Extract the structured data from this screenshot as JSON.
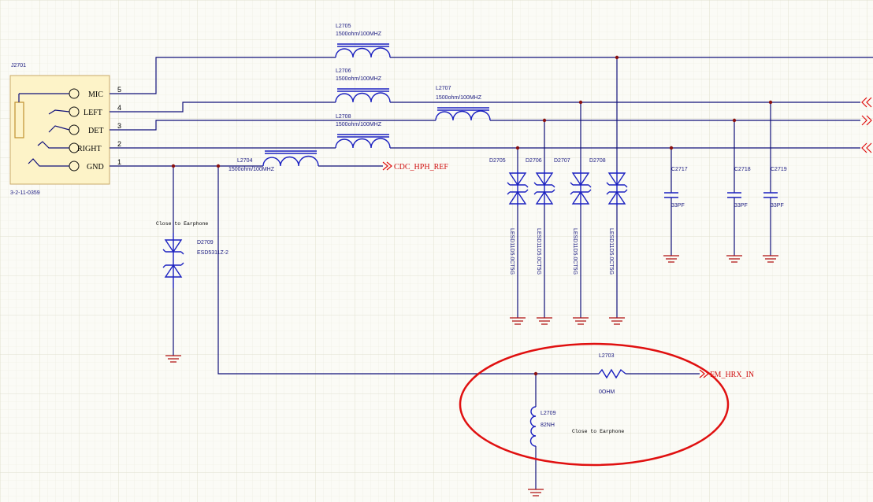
{
  "connector": {
    "ref": "J2701",
    "part": "3-2-11-0359",
    "pins": [
      {
        "label": "MIC",
        "num": "5"
      },
      {
        "label": "LEFT",
        "num": "4"
      },
      {
        "label": "DET",
        "num": "3"
      },
      {
        "label": "RIGHT",
        "num": "2"
      },
      {
        "label": "GND",
        "num": "1"
      }
    ]
  },
  "inductors": [
    {
      "ref": "L2705",
      "value": "1500ohm/100MHZ"
    },
    {
      "ref": "L2706",
      "value": "1500ohm/100MHZ"
    },
    {
      "ref": "L2707",
      "value": "1500ohm/100MHZ"
    },
    {
      "ref": "L2708",
      "value": "1500ohm/100MHZ"
    },
    {
      "ref": "L2704",
      "value": "1500ohm/100MHZ"
    }
  ],
  "nets": {
    "hph_ref": "CDC_HPH_REF",
    "hrx_in": "FM_HRX_IN"
  },
  "diodes": [
    {
      "ref": "D2705",
      "part": "LESD11D5.0CT5G"
    },
    {
      "ref": "D2706",
      "part": "LESD11D5.0CT5G"
    },
    {
      "ref": "D2707",
      "part": "LESD11D5.0CT5G"
    },
    {
      "ref": "D2708",
      "part": "LESD11D5.0CT5G"
    }
  ],
  "d2709": {
    "ref": "D2709",
    "part": "ESD5311Z-2",
    "note": "Close to Earphone"
  },
  "capacitors": [
    {
      "ref": "C2717",
      "value": "33PF"
    },
    {
      "ref": "C2718",
      "value": "33PF"
    },
    {
      "ref": "C2719",
      "value": "33PF"
    }
  ],
  "l2703": {
    "ref": "L2703",
    "value": "0OHM"
  },
  "l2709": {
    "ref": "L2709",
    "value": "82NH"
  },
  "fm_note": "Close to Earphone",
  "colors": {
    "wire": "#10107a",
    "component": "#1a20c0",
    "ground": "#b01010",
    "net_label": "#d01010",
    "highlight_ellipse": "#e01010",
    "grid": "#e4e4d8",
    "connector_fill": "#fdf3c8"
  }
}
